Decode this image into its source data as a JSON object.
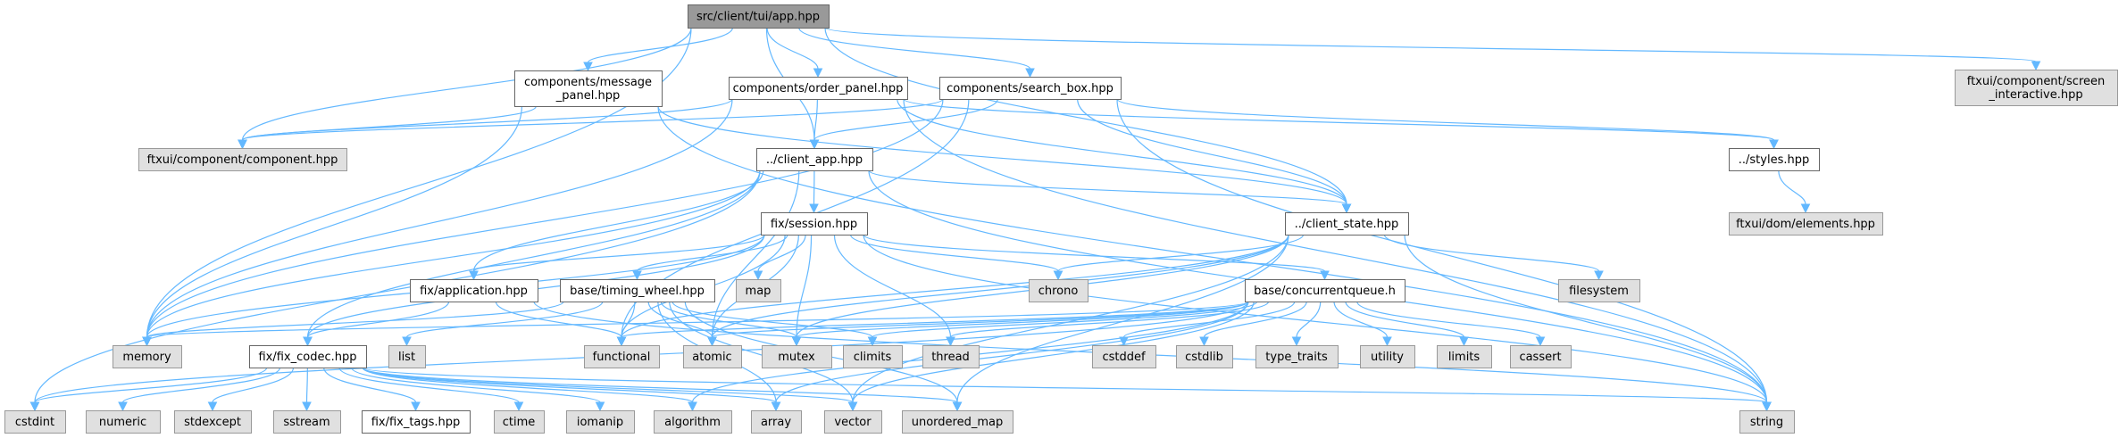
{
  "diagram": {
    "type": "include-dependency-graph",
    "root": "app",
    "colors": {
      "root_fill": "#999999",
      "root_border": "#666666",
      "local_fill": "#ffffff",
      "local_border": "#666666",
      "external_fill": "#e0e0e0",
      "external_border": "#999999",
      "edge": "#63b8ff"
    },
    "nodes": [
      {
        "id": "app",
        "label": [
          "src/client/tui/app.hpp"
        ],
        "kind": "root"
      },
      {
        "id": "message_panel",
        "label": [
          "components/message",
          "_panel.hpp"
        ],
        "kind": "local"
      },
      {
        "id": "order_panel",
        "label": [
          "components/order_panel.hpp"
        ],
        "kind": "local"
      },
      {
        "id": "search_box",
        "label": [
          "components/search_box.hpp"
        ],
        "kind": "local"
      },
      {
        "id": "screen_interactive",
        "label": [
          "ftxui/component/screen",
          "_interactive.hpp"
        ],
        "kind": "external"
      },
      {
        "id": "component",
        "label": [
          "ftxui/component/component.hpp"
        ],
        "kind": "external"
      },
      {
        "id": "client_app",
        "label": [
          "../client_app.hpp"
        ],
        "kind": "local"
      },
      {
        "id": "styles",
        "label": [
          "../styles.hpp"
        ],
        "kind": "local"
      },
      {
        "id": "session",
        "label": [
          "fix/session.hpp"
        ],
        "kind": "local"
      },
      {
        "id": "client_state",
        "label": [
          "../client_state.hpp"
        ],
        "kind": "local"
      },
      {
        "id": "elements",
        "label": [
          "ftxui/dom/elements.hpp"
        ],
        "kind": "external"
      },
      {
        "id": "application",
        "label": [
          "fix/application.hpp"
        ],
        "kind": "local"
      },
      {
        "id": "timing_wheel",
        "label": [
          "base/timing_wheel.hpp"
        ],
        "kind": "local"
      },
      {
        "id": "map",
        "label": [
          "map"
        ],
        "kind": "external"
      },
      {
        "id": "chrono",
        "label": [
          "chrono"
        ],
        "kind": "external"
      },
      {
        "id": "concurrentqueue",
        "label": [
          "base/concurrentqueue.h"
        ],
        "kind": "local"
      },
      {
        "id": "filesystem",
        "label": [
          "filesystem"
        ],
        "kind": "external"
      },
      {
        "id": "memory",
        "label": [
          "memory"
        ],
        "kind": "external"
      },
      {
        "id": "fix_codec",
        "label": [
          "fix/fix_codec.hpp"
        ],
        "kind": "local"
      },
      {
        "id": "list",
        "label": [
          "list"
        ],
        "kind": "external"
      },
      {
        "id": "functional",
        "label": [
          "functional"
        ],
        "kind": "external"
      },
      {
        "id": "atomic",
        "label": [
          "atomic"
        ],
        "kind": "external"
      },
      {
        "id": "mutex",
        "label": [
          "mutex"
        ],
        "kind": "external"
      },
      {
        "id": "climits",
        "label": [
          "climits"
        ],
        "kind": "external"
      },
      {
        "id": "thread",
        "label": [
          "thread"
        ],
        "kind": "external"
      },
      {
        "id": "cstddef",
        "label": [
          "cstddef"
        ],
        "kind": "external"
      },
      {
        "id": "cstdlib",
        "label": [
          "cstdlib"
        ],
        "kind": "external"
      },
      {
        "id": "type_traits",
        "label": [
          "type_traits"
        ],
        "kind": "external"
      },
      {
        "id": "utility",
        "label": [
          "utility"
        ],
        "kind": "external"
      },
      {
        "id": "limits",
        "label": [
          "limits"
        ],
        "kind": "external"
      },
      {
        "id": "cassert",
        "label": [
          "cassert"
        ],
        "kind": "external"
      },
      {
        "id": "cstdint",
        "label": [
          "cstdint"
        ],
        "kind": "external"
      },
      {
        "id": "numeric",
        "label": [
          "numeric"
        ],
        "kind": "external"
      },
      {
        "id": "stdexcept",
        "label": [
          "stdexcept"
        ],
        "kind": "external"
      },
      {
        "id": "sstream",
        "label": [
          "sstream"
        ],
        "kind": "external"
      },
      {
        "id": "fix_tags",
        "label": [
          "fix/fix_tags.hpp"
        ],
        "kind": "local"
      },
      {
        "id": "ctime",
        "label": [
          "ctime"
        ],
        "kind": "external"
      },
      {
        "id": "iomanip",
        "label": [
          "iomanip"
        ],
        "kind": "external"
      },
      {
        "id": "algorithm",
        "label": [
          "algorithm"
        ],
        "kind": "external"
      },
      {
        "id": "array",
        "label": [
          "array"
        ],
        "kind": "external"
      },
      {
        "id": "vector",
        "label": [
          "vector"
        ],
        "kind": "external"
      },
      {
        "id": "unordered_map",
        "label": [
          "unordered_map"
        ],
        "kind": "external"
      },
      {
        "id": "string",
        "label": [
          "string"
        ],
        "kind": "external"
      }
    ],
    "edges": [
      [
        "app",
        "message_panel"
      ],
      [
        "app",
        "order_panel"
      ],
      [
        "app",
        "search_box"
      ],
      [
        "app",
        "screen_interactive"
      ],
      [
        "app",
        "component"
      ],
      [
        "app",
        "client_app"
      ],
      [
        "app",
        "client_state"
      ],
      [
        "app",
        "memory"
      ],
      [
        "message_panel",
        "component"
      ],
      [
        "message_panel",
        "client_state"
      ],
      [
        "message_panel",
        "memory"
      ],
      [
        "message_panel",
        "string"
      ],
      [
        "order_panel",
        "component"
      ],
      [
        "order_panel",
        "client_app"
      ],
      [
        "order_panel",
        "client_state"
      ],
      [
        "order_panel",
        "styles"
      ],
      [
        "order_panel",
        "memory"
      ],
      [
        "order_panel",
        "string"
      ],
      [
        "search_box",
        "component"
      ],
      [
        "search_box",
        "client_app"
      ],
      [
        "search_box",
        "client_state"
      ],
      [
        "search_box",
        "styles"
      ],
      [
        "search_box",
        "functional"
      ],
      [
        "search_box",
        "memory"
      ],
      [
        "search_box",
        "string"
      ],
      [
        "client_app",
        "session"
      ],
      [
        "client_app",
        "client_state"
      ],
      [
        "client_app",
        "application"
      ],
      [
        "client_app",
        "fix_codec"
      ],
      [
        "client_app",
        "memory"
      ],
      [
        "client_app",
        "atomic"
      ],
      [
        "client_app",
        "cstdint"
      ],
      [
        "client_app",
        "string"
      ],
      [
        "styles",
        "elements"
      ],
      [
        "session",
        "application"
      ],
      [
        "session",
        "timing_wheel"
      ],
      [
        "session",
        "map"
      ],
      [
        "session",
        "chrono"
      ],
      [
        "session",
        "concurrentqueue"
      ],
      [
        "session",
        "fix_codec"
      ],
      [
        "session",
        "memory"
      ],
      [
        "session",
        "functional"
      ],
      [
        "session",
        "atomic"
      ],
      [
        "session",
        "mutex"
      ],
      [
        "session",
        "thread"
      ],
      [
        "session",
        "string"
      ],
      [
        "client_state",
        "chrono"
      ],
      [
        "client_state",
        "filesystem"
      ],
      [
        "client_state",
        "functional"
      ],
      [
        "client_state",
        "atomic"
      ],
      [
        "client_state",
        "mutex"
      ],
      [
        "client_state",
        "vector"
      ],
      [
        "client_state",
        "unordered_map"
      ],
      [
        "client_state",
        "string"
      ],
      [
        "application",
        "fix_codec"
      ],
      [
        "application",
        "functional"
      ],
      [
        "application",
        "string"
      ],
      [
        "timing_wheel",
        "memory"
      ],
      [
        "timing_wheel",
        "list"
      ],
      [
        "timing_wheel",
        "functional"
      ],
      [
        "timing_wheel",
        "atomic"
      ],
      [
        "timing_wheel",
        "mutex"
      ],
      [
        "timing_wheel",
        "climits"
      ],
      [
        "timing_wheel",
        "array"
      ],
      [
        "timing_wheel",
        "vector"
      ],
      [
        "timing_wheel",
        "unordered_map"
      ],
      [
        "concurrentqueue",
        "functional"
      ],
      [
        "concurrentqueue",
        "atomic"
      ],
      [
        "concurrentqueue",
        "mutex"
      ],
      [
        "concurrentqueue",
        "climits"
      ],
      [
        "concurrentqueue",
        "thread"
      ],
      [
        "concurrentqueue",
        "cstddef"
      ],
      [
        "concurrentqueue",
        "cstdlib"
      ],
      [
        "concurrentqueue",
        "type_traits"
      ],
      [
        "concurrentqueue",
        "utility"
      ],
      [
        "concurrentqueue",
        "limits"
      ],
      [
        "concurrentqueue",
        "cassert"
      ],
      [
        "concurrentqueue",
        "cstdint"
      ],
      [
        "concurrentqueue",
        "memory"
      ],
      [
        "concurrentqueue",
        "algorithm"
      ],
      [
        "concurrentqueue",
        "array"
      ],
      [
        "concurrentqueue",
        "vector"
      ],
      [
        "fix_codec",
        "cstdint"
      ],
      [
        "fix_codec",
        "numeric"
      ],
      [
        "fix_codec",
        "stdexcept"
      ],
      [
        "fix_codec",
        "sstream"
      ],
      [
        "fix_codec",
        "fix_tags"
      ],
      [
        "fix_codec",
        "ctime"
      ],
      [
        "fix_codec",
        "iomanip"
      ],
      [
        "fix_codec",
        "algorithm"
      ],
      [
        "fix_codec",
        "array"
      ],
      [
        "fix_codec",
        "vector"
      ],
      [
        "fix_codec",
        "unordered_map"
      ],
      [
        "fix_codec",
        "string"
      ]
    ]
  }
}
